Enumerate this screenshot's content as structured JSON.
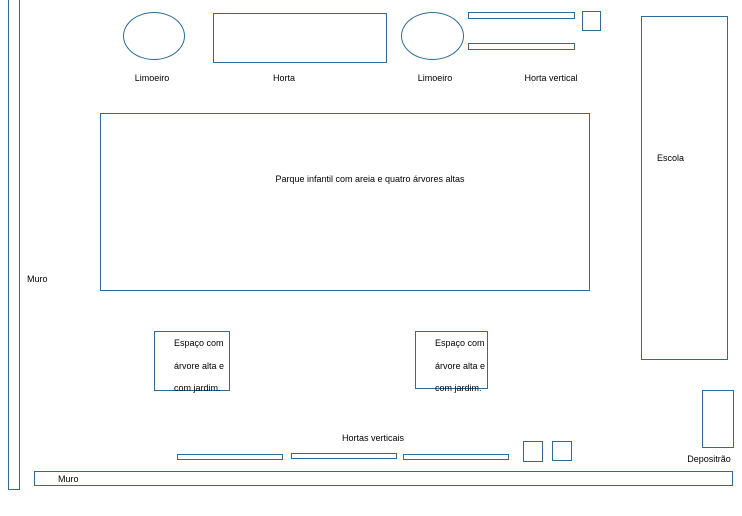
{
  "labels": {
    "limoeiro_left": "Limoeiro",
    "horta": "Horta",
    "limoeiro_right": "Limoeiro",
    "horta_vertical": "Horta vertical",
    "parque": "Parque infantil com areia e quatro árvores altas",
    "escola": "Escola",
    "muro_left": "Muro",
    "muro_bottom": "Muro",
    "espaco_left": [
      "Espaço com",
      "árvore alta e",
      "com jardim."
    ],
    "espaco_right": [
      "Espaço com",
      "árvore alta e",
      "com jardim."
    ],
    "hortas_verticais": "Hortas verticais",
    "depositrao": "Depositrão"
  },
  "colors": {
    "outline": "#2e6b96",
    "text": "#000000",
    "background": "#ffffff"
  }
}
